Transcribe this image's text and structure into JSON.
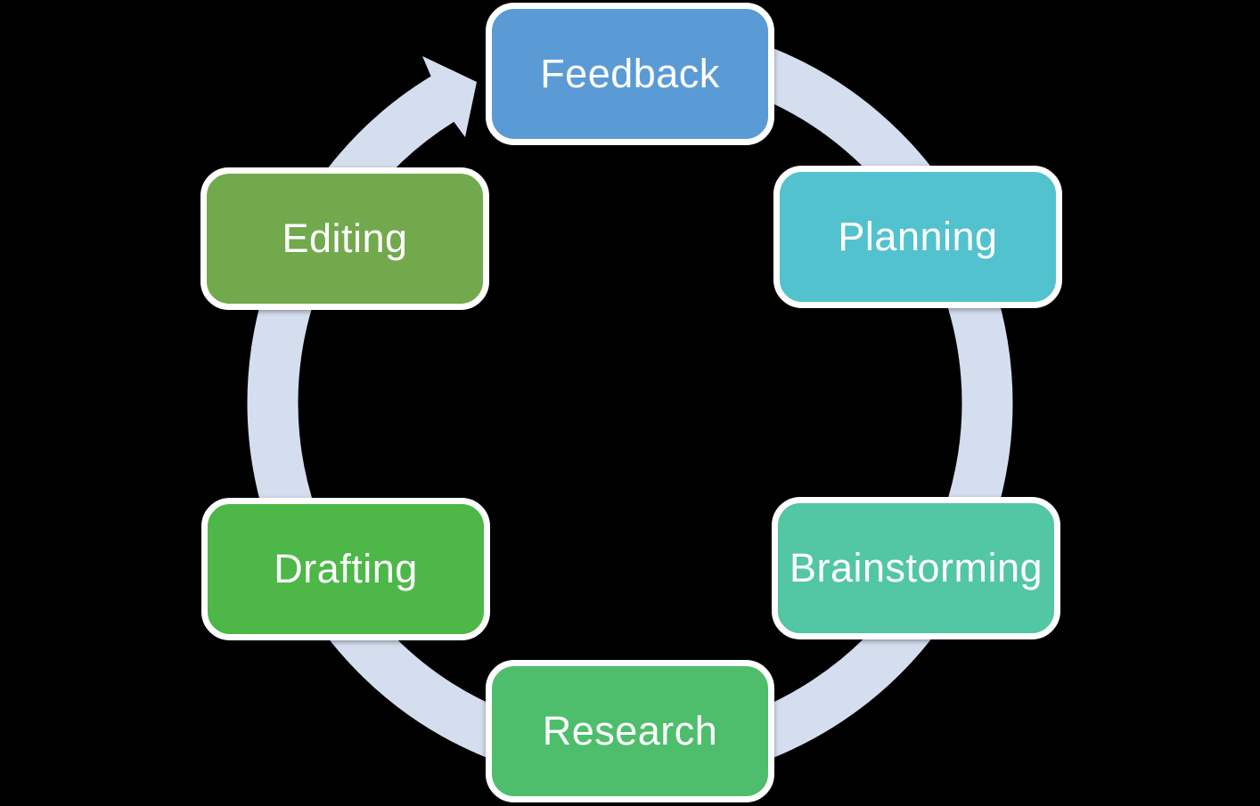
{
  "diagram": {
    "type": "cycle",
    "background_color": "#000000",
    "ring_color": "#D5DEEF",
    "node_border_color": "#FFFFFF",
    "node_text_color": "#FFFFFF",
    "arrow": {
      "direction": "clockwise",
      "head_points_to": "Feedback"
    },
    "nodes": [
      {
        "label": "Feedback",
        "color": "#5B9BD5",
        "position": "top"
      },
      {
        "label": "Planning",
        "color": "#52C2CE",
        "position": "top-right"
      },
      {
        "label": "Brainstorming",
        "color": "#53C6A4",
        "position": "bottom-right"
      },
      {
        "label": "Research",
        "color": "#4EBE6C",
        "position": "bottom"
      },
      {
        "label": "Drafting",
        "color": "#4DB748",
        "position": "bottom-left"
      },
      {
        "label": "Editing",
        "color": "#73A94D",
        "position": "top-left"
      }
    ]
  }
}
